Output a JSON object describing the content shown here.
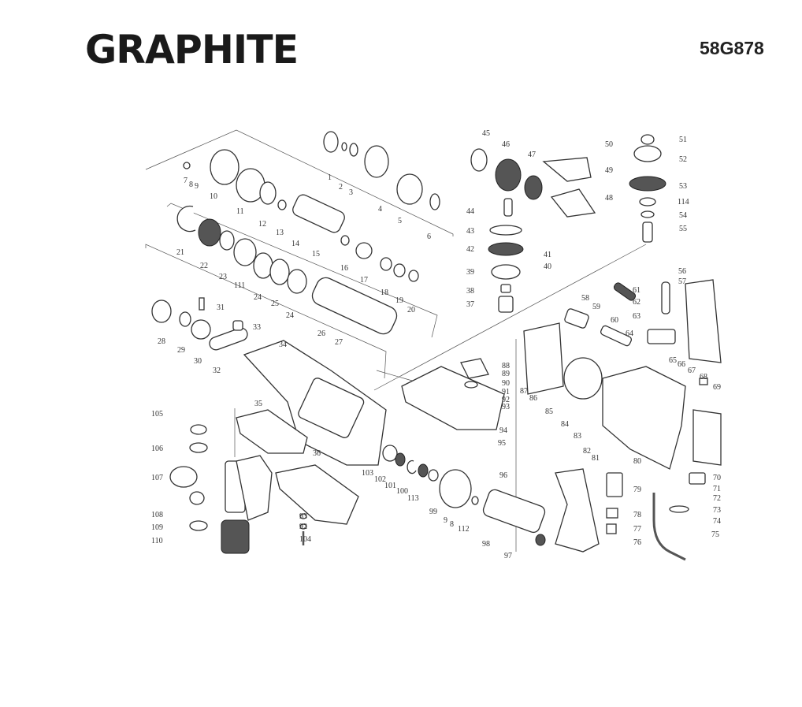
{
  "brand_logo": "GRAPHITE",
  "model_number": "58G878",
  "part_labels": [
    "1",
    "2",
    "3",
    "4",
    "5",
    "6",
    "7",
    "8",
    "9",
    "10",
    "11",
    "12",
    "13",
    "14",
    "15",
    "16",
    "17",
    "18",
    "19",
    "20",
    "21",
    "22",
    "23",
    "111",
    "24",
    "25",
    "24",
    "26",
    "27",
    "28",
    "29",
    "30",
    "31",
    "32",
    "33",
    "34",
    "35",
    "36",
    "105",
    "106",
    "107",
    "108",
    "109",
    "110",
    "93",
    "92",
    "104",
    "103",
    "102",
    "101",
    "100",
    "113",
    "99",
    "9",
    "8",
    "112",
    "98",
    "97",
    "95",
    "96",
    "94",
    "88",
    "89",
    "90",
    "91",
    "92",
    "93",
    "87",
    "86",
    "85",
    "84",
    "83",
    "82",
    "81",
    "80",
    "79",
    "78",
    "77",
    "76",
    "70",
    "71",
    "72",
    "73",
    "74",
    "75",
    "69",
    "68",
    "67",
    "66",
    "65",
    "64",
    "63",
    "62",
    "61",
    "60",
    "59",
    "58",
    "57",
    "56",
    "55",
    "54",
    "114",
    "53",
    "52",
    "51",
    "50",
    "49",
    "48",
    "47",
    "46",
    "45",
    "44",
    "43",
    "42",
    "41",
    "40",
    "39",
    "38",
    "37"
  ],
  "colors": {
    "line": "#333333",
    "logo": "#1a1a1a"
  }
}
